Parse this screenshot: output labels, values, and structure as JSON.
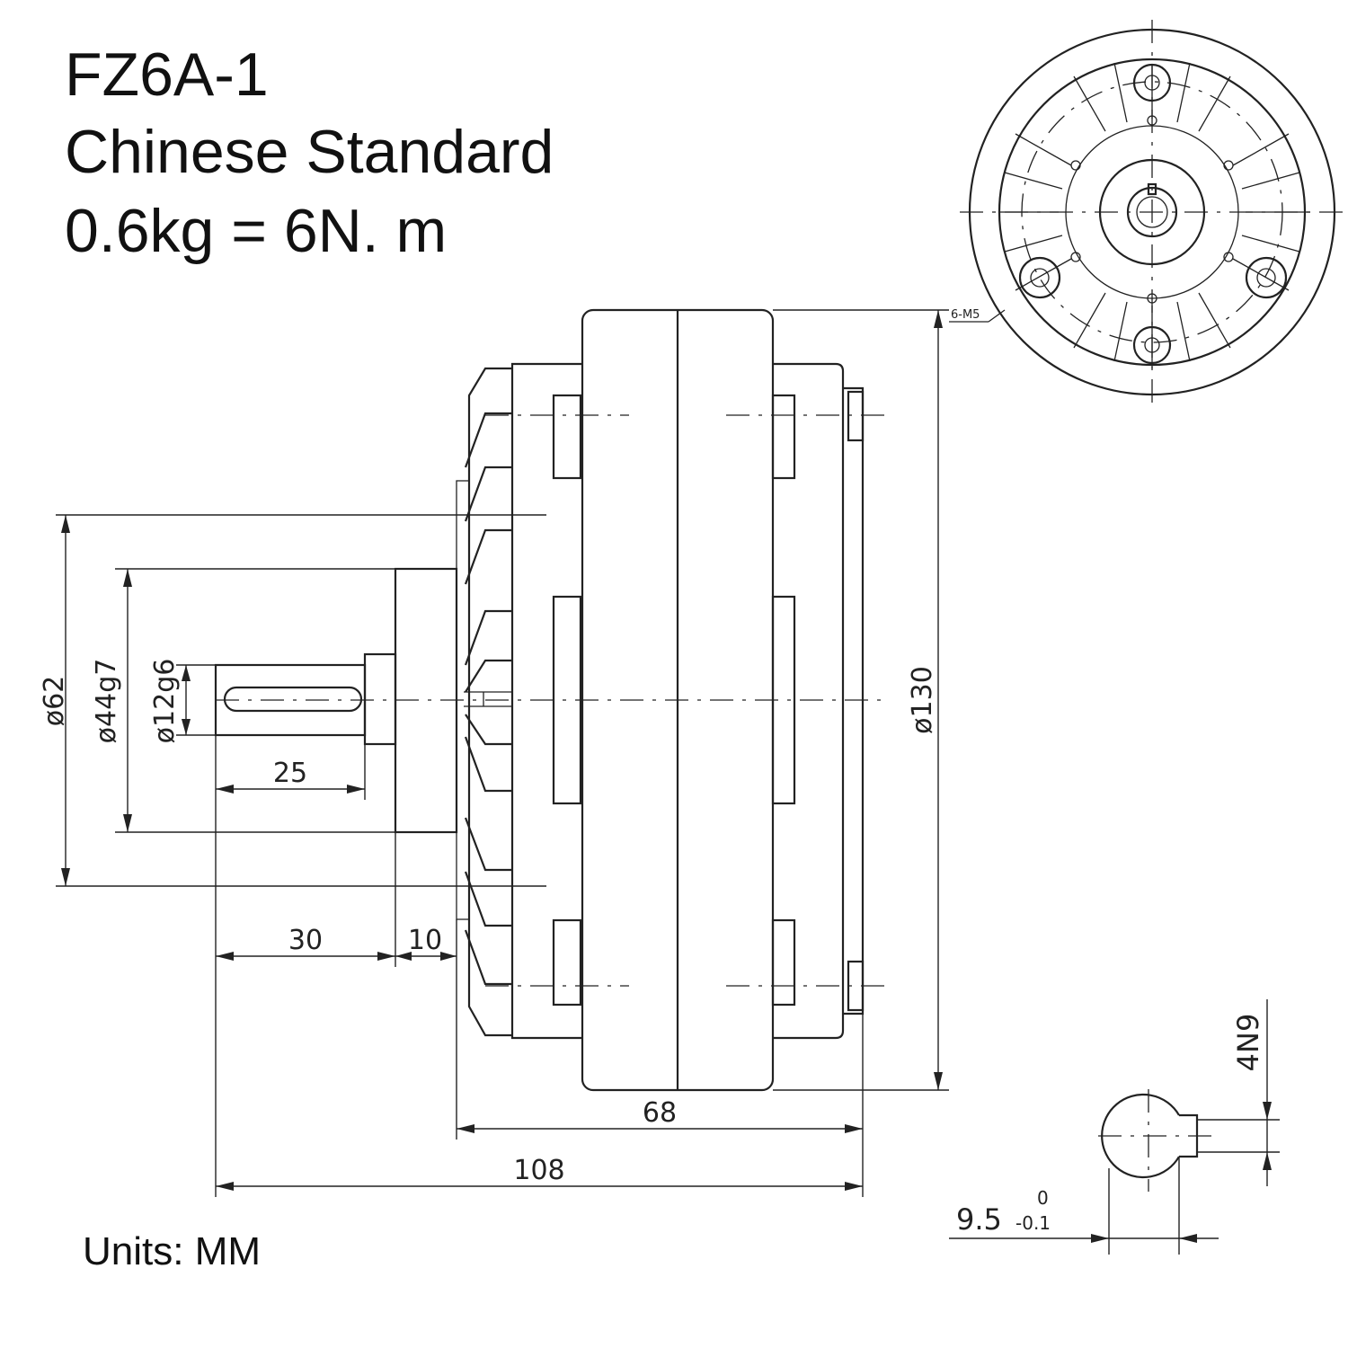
{
  "header": {
    "model": "FZ6A-1",
    "standard": "Chinese Standard",
    "torque": "0.6kg = 6N. m"
  },
  "footer": {
    "units": "Units: MM"
  },
  "dimensions": {
    "d62": "ø62",
    "d44": "ø44g7",
    "d12": "ø12g6",
    "d130": "ø130",
    "len25": "25",
    "len30": "30",
    "len10": "10",
    "len68": "68",
    "len108": "108",
    "holes": "6-M5",
    "key_width": "4N9",
    "key_depth": "9.5",
    "tol_upper": "0",
    "tol_lower": "-0.1"
  },
  "colors": {
    "line": "#222222",
    "background": "#ffffff"
  }
}
